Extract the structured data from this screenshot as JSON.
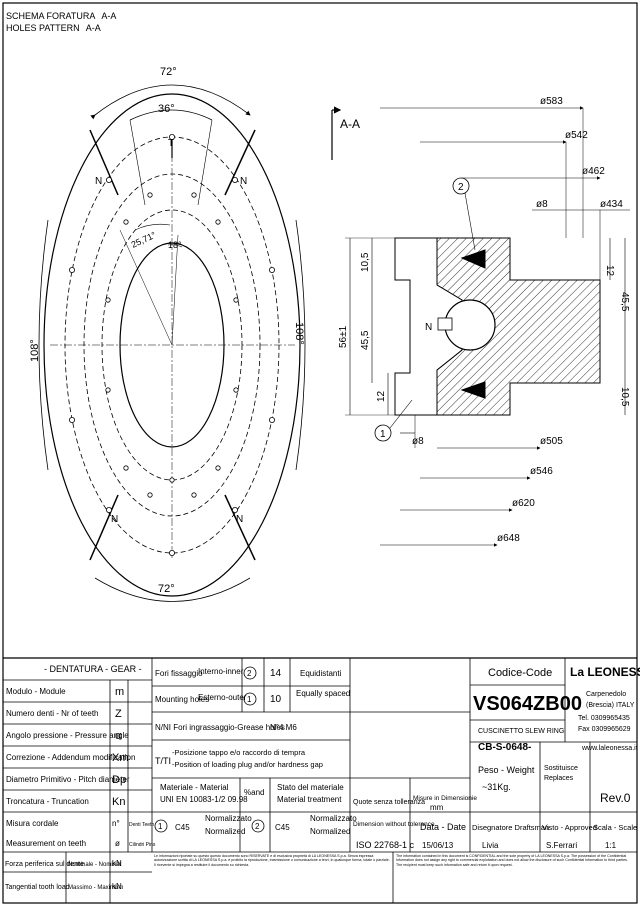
{
  "header": {
    "line1_label": "SCHEMA FORATURA",
    "line1_value": "A-A",
    "line2_label": "HOLES PATTERN",
    "line2_value": "A-A"
  },
  "front_view": {
    "angle_top": "72°",
    "angle_bottom": "72°",
    "angle_inner": "36°",
    "angle_left": "108°",
    "angle_right": "108°",
    "angle_small1": "25,71°",
    "angle_small2": "18°",
    "label_T": "T",
    "label_N": "N"
  },
  "section": {
    "title": "A-A",
    "dims": {
      "d583": "ø583",
      "d542": "ø542",
      "d462": "ø462",
      "d8_top": "ø8",
      "d434": "ø434",
      "d505": "ø505",
      "d546": "ø546",
      "d620": "ø620",
      "d648": "ø648",
      "d8_bottom": "ø8",
      "h10_5_top": "10,5",
      "h56": "56±1",
      "h45_5_left": "45,5",
      "h12_left": "12",
      "h12_right": "12",
      "h45_5_right": "45,5",
      "h10_5_bottom": "10,5"
    },
    "callout1": "1",
    "callout2": "2",
    "label_N": "N"
  },
  "title_block": {
    "gear_title": "- DENTATURA - GEAR -",
    "gear_rows": [
      {
        "label": "Modulo - Module",
        "symbol": "m"
      },
      {
        "label": "Numero denti - Nr of teeth",
        "symbol": "Z"
      },
      {
        "label": "Angolo pressione - Pressure angle",
        "symbol": "α"
      },
      {
        "label": "Correzione - Addendum modification",
        "symbol": "Xm"
      },
      {
        "label": "Diametro Primitivo - Pitch diameter",
        "symbol": "Dp"
      },
      {
        "label": "Troncatura - Truncation",
        "symbol": "Kn"
      }
    ],
    "measure_label1": "Misura cordale",
    "measure_label2": "Measurement on teeth",
    "measure_n": "n°",
    "measure_n_note": "Denti Teeth",
    "measure_pin": "ø",
    "measure_pin_note": "Cilindri Pins",
    "force_label1": "Forza periferica sul dente",
    "force_label2": "Tangential tooth load",
    "force_nominal": "Nominale - Nominal",
    "force_max": "Massimo - Maximum",
    "force_unit": "kN",
    "fori_fissaggio": "Fori fissaggio",
    "mounting_holes": "Mounting holes",
    "interno": "Interno-inner",
    "esterno": "Esterno-outer",
    "c2": "2",
    "c1": "1",
    "n14": "14",
    "n10": "10",
    "equidistanti": "Equidistanti",
    "equally_spaced": "Equally spaced",
    "grease_label": "N/NI Fori ingrassaggio-Grease holes",
    "grease_value": "N°4 M6",
    "tt_label": "T/TI",
    "tt_line1": "-Posizione tappo e/o raccordo di tempra",
    "tt_line2": "-Position of loading plug and/or hardness gap",
    "material_label1": "Materiale - Material",
    "material_label2": "UNI EN 10083-1/2 09.98",
    "and_label": "%and",
    "treatment1": "Stato del materiale",
    "treatment2": "Material treatment",
    "m1_num": "1",
    "m1_mat": "C45",
    "m1_state1": "Normalizzato",
    "m1_state2": "Normalized",
    "m2_num": "2",
    "m2_mat": "C45",
    "m2_state1": "Normalizzato",
    "m2_state2": "Normalized",
    "tolerance1": "Quote senza tolleranza",
    "tolerance2": "Dimension without tolerance",
    "tolerance_value": "ISO 22768-1 c",
    "units_label": "Misure in Dimensionie",
    "units_value": "mm",
    "code_label": "Codice-Code",
    "code_value": "VS064ZB00",
    "company": "La LEONESSA",
    "address1": "Carpenedolo",
    "address2": "(Brescia) ITALY",
    "tel": "Tel. 0309965435",
    "fax": "Fax 0309965629",
    "web": "www.laleonessa.it",
    "desc1": "CUSCINETTO",
    "desc2": "SLEW RING",
    "drawing_no": "CB-S-0648-",
    "peso_label": "Peso - Weight",
    "peso_value": "~31Kg.",
    "sostituisce1": "Sostituisce",
    "sostituisce2": "Replaces",
    "rev": "Rev.0",
    "data_label": "Data - Date",
    "data_value": "15/06/13",
    "drafter_label": "Disegnatore Draftsman",
    "drafter_value": "Livia",
    "approved_label": "Visto - Approved",
    "approved_value": "S.Ferrari",
    "scale_label": "Scala - Scale",
    "scale_value": "1:1",
    "legal_it": "Le informazioni riportate su questo questo documento sono RISERVATE e di esclusiva proprietà di LA LEONESSA S.p.a. Senza espressa autorizzazione scritta di LA LEONESSA S.p.a. è proibito la riproduzione, trasmissione o comunicazione a terzi, in qualunque forma, totale o parziale. Il ricevente si impegna a restituire il documento su richiesta.",
    "legal_en": "The information contained in this document is CONFIDENTIAL and the sole property of LA LEONESSA S.p.a. The possession of the Confidential Information does not assign any right to commercial exploitation and does not allow the disclosure of such Confidential Information to third parties. The recipient must keep such information safe and return it upon request."
  }
}
